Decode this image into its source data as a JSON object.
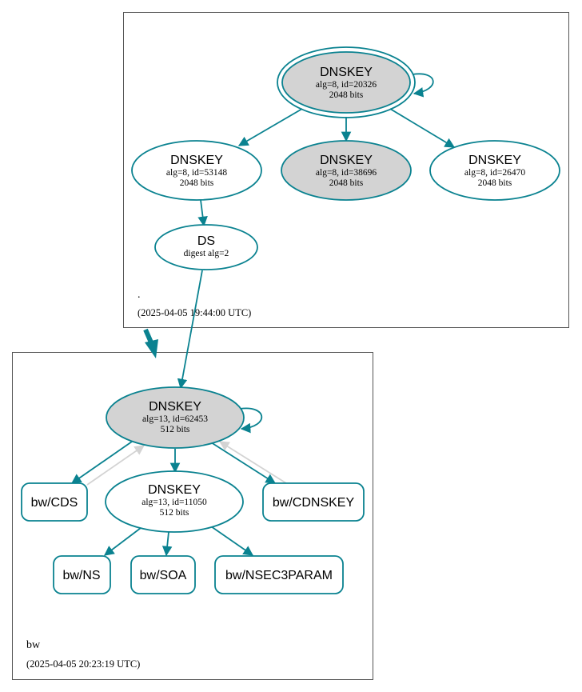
{
  "colors": {
    "edge": "#0a8290",
    "edge_gray": "#d3d3d3",
    "fill_gray": "#d3d3d3",
    "cluster_border": "#555555"
  },
  "zones": {
    "root": {
      "name": ".",
      "timestamp": "(2025-04-05 19:44:00 UTC)"
    },
    "bw": {
      "name": "bw",
      "timestamp": "(2025-04-05 20:23:19 UTC)"
    }
  },
  "nodes": {
    "root_ksk": {
      "title": "DNSKEY",
      "line1": "alg=8, id=20326",
      "line2": "2048 bits"
    },
    "root_zsk1": {
      "title": "DNSKEY",
      "line1": "alg=8, id=53148",
      "line2": "2048 bits"
    },
    "root_zsk2": {
      "title": "DNSKEY",
      "line1": "alg=8, id=38696",
      "line2": "2048 bits"
    },
    "root_zsk3": {
      "title": "DNSKEY",
      "line1": "alg=8, id=26470",
      "line2": "2048 bits"
    },
    "ds": {
      "title": "DS",
      "line1": "digest alg=2"
    },
    "bw_ksk": {
      "title": "DNSKEY",
      "line1": "alg=13, id=62453",
      "line2": "512 bits"
    },
    "bw_zsk": {
      "title": "DNSKEY",
      "line1": "alg=13, id=11050",
      "line2": "512 bits"
    },
    "bw_cds": {
      "label": "bw/CDS"
    },
    "bw_cdnskey": {
      "label": "bw/CDNSKEY"
    },
    "bw_ns": {
      "label": "bw/NS"
    },
    "bw_soa": {
      "label": "bw/SOA"
    },
    "bw_nsec3param": {
      "label": "bw/NSEC3PARAM"
    }
  }
}
